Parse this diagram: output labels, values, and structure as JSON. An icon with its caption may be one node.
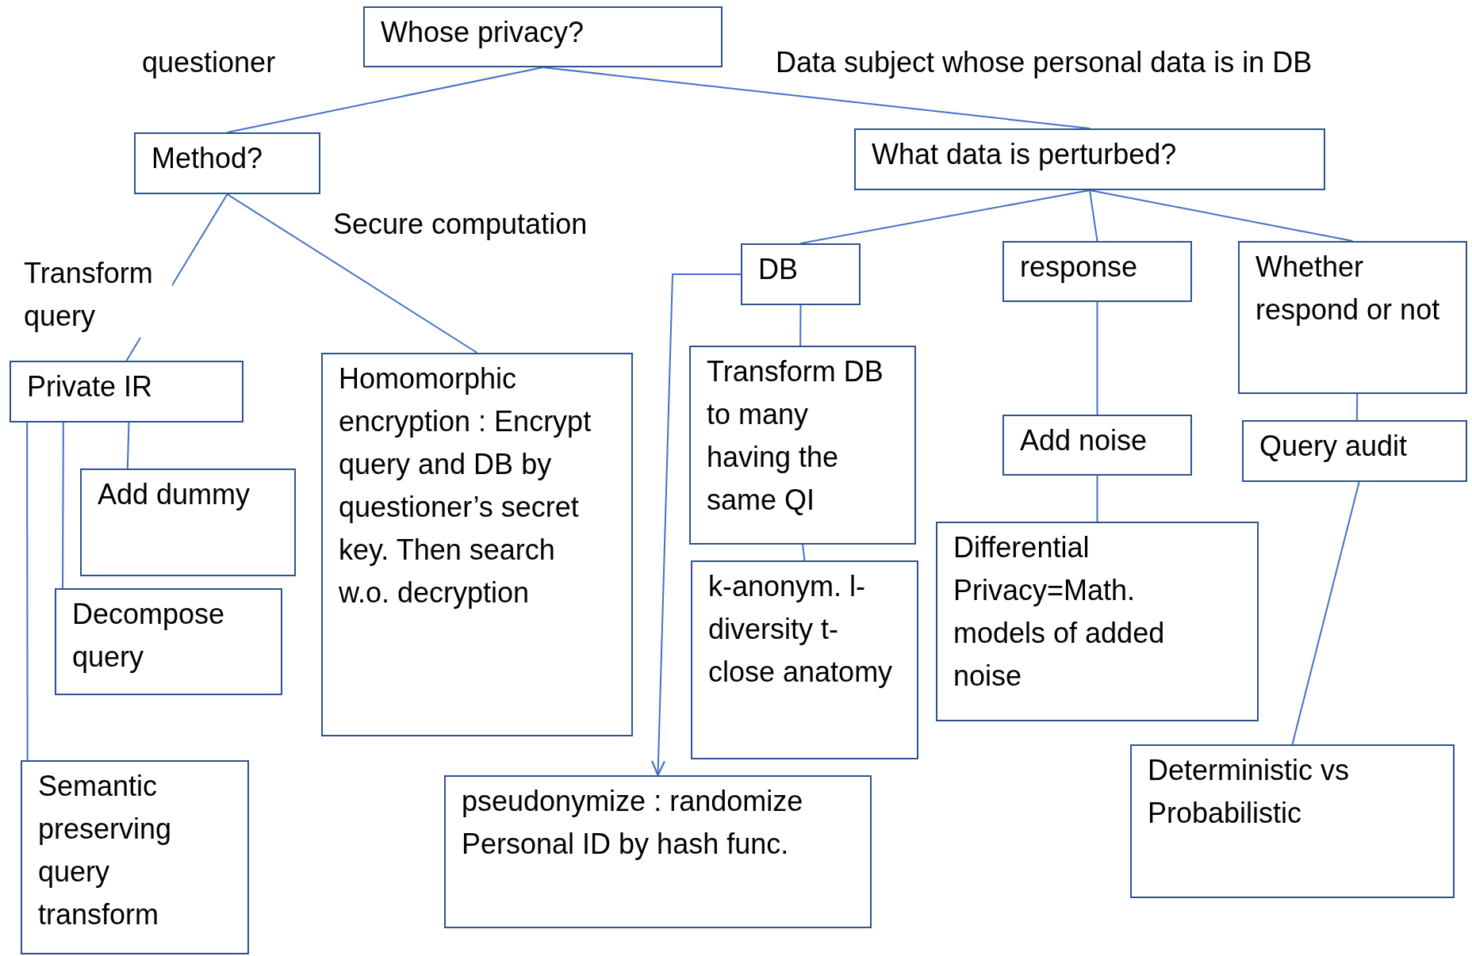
{
  "diagram": {
    "nodes": [
      {
        "text": [
          "Whose privacy?"
        ]
      },
      {
        "text": [
          "Method?"
        ]
      },
      {
        "text": [
          "What data is perturbed?"
        ]
      },
      {
        "text": [
          "Private IR"
        ]
      },
      {
        "text": [
          "Homomorphic encryption : Encrypt query and DB by questioner’s secret key. Then search w.o. decryption"
        ]
      },
      {
        "text": [
          "DB"
        ]
      },
      {
        "text": [
          "response"
        ]
      },
      {
        "text": [
          "Whether respond or not"
        ]
      },
      {
        "text": [
          "Add dummy"
        ]
      },
      {
        "text": [
          "Decompose query"
        ]
      },
      {
        "text": [
          "Semantic preserving query transform"
        ]
      },
      {
        "text": [
          "Transform DB to many having the same QI"
        ]
      },
      {
        "text": [
          "k-anonym. l-diversity t-close anatomy"
        ]
      },
      {
        "text": [
          "pseudonymize : randomize Personal ID by hash func."
        ]
      },
      {
        "text": [
          "Add noise"
        ]
      },
      {
        "text": [
          "Differential Privacy=Math. models of added noise"
        ]
      },
      {
        "text": [
          "Query audit"
        ]
      },
      {
        "text": [
          "Deterministic vs Probabilistic"
        ]
      }
    ],
    "edges": [
      {
        "from": 0,
        "to": 1,
        "arrow": "none",
        "label": "questioner"
      },
      {
        "from": 0,
        "to": 2,
        "arrow": "none",
        "label": "Data subject whose personal data is in DB"
      },
      {
        "from": 1,
        "to": 3,
        "arrow": "none",
        "label": "Transform query"
      },
      {
        "from": 1,
        "to": 4,
        "arrow": "none",
        "label": "Secure computation"
      },
      {
        "from": 2,
        "to": 5,
        "arrow": "none"
      },
      {
        "from": 2,
        "to": 6,
        "arrow": "none"
      },
      {
        "from": 2,
        "to": 7,
        "arrow": "none"
      },
      {
        "from": 3,
        "to": 8,
        "arrow": "none"
      },
      {
        "from": 3,
        "to": 9,
        "arrow": "none"
      },
      {
        "from": 3,
        "to": 10,
        "arrow": "none"
      },
      {
        "from": 5,
        "to": 11,
        "arrow": "none"
      },
      {
        "from": 11,
        "to": 12,
        "arrow": "none"
      },
      {
        "from": 5,
        "to": 13,
        "arrow": "to"
      },
      {
        "from": 6,
        "to": 14,
        "arrow": "none"
      },
      {
        "from": 14,
        "to": 15,
        "arrow": "none"
      },
      {
        "from": 7,
        "to": 16,
        "arrow": "none"
      },
      {
        "from": 16,
        "to": 17,
        "arrow": "none"
      }
    ]
  }
}
